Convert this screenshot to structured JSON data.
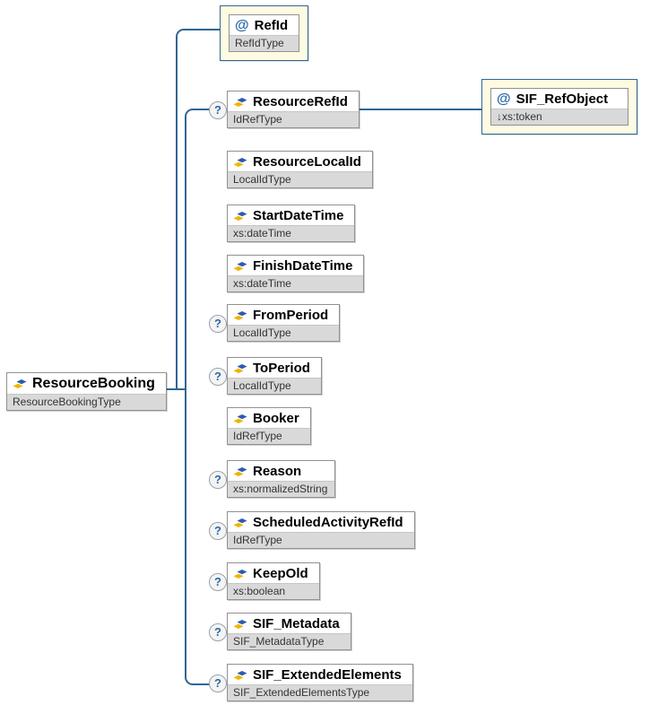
{
  "diagram": {
    "attribute_marker": "@",
    "optional_marker": "?",
    "root": {
      "name": "ResourceBooking",
      "type": "ResourceBookingType"
    },
    "attribute": {
      "name": "RefId",
      "type": "RefIdType"
    },
    "linked_attribute": {
      "name": "SIF_RefObject",
      "type": "↓xs:token"
    },
    "children": [
      {
        "name": "ResourceRefId",
        "type": "IdRefType",
        "optional": true
      },
      {
        "name": "ResourceLocalId",
        "type": "LocalIdType",
        "optional": false
      },
      {
        "name": "StartDateTime",
        "type": "xs:dateTime",
        "optional": false
      },
      {
        "name": "FinishDateTime",
        "type": "xs:dateTime",
        "optional": false
      },
      {
        "name": "FromPeriod",
        "type": "LocalIdType",
        "optional": true
      },
      {
        "name": "ToPeriod",
        "type": "LocalIdType",
        "optional": true
      },
      {
        "name": "Booker",
        "type": "IdRefType",
        "optional": false
      },
      {
        "name": "Reason",
        "type": "xs:normalizedString",
        "optional": true
      },
      {
        "name": "ScheduledActivityRefId",
        "type": "IdRefType",
        "optional": true
      },
      {
        "name": "KeepOld",
        "type": "xs:boolean",
        "optional": true
      },
      {
        "name": "SIF_Metadata",
        "type": "SIF_MetadataType",
        "optional": true
      },
      {
        "name": "SIF_ExtendedElements",
        "type": "SIF_ExtendedElementsType",
        "optional": true
      }
    ],
    "colors": {
      "connector": "#2e6695",
      "box_border": "#919191",
      "subrow_fill": "#d9d9d9",
      "attribute_fill": "#fffbe3",
      "icon_blue": "#2b5bb0",
      "icon_yellow": "#f0b400",
      "marker_blue": "#2b69a8"
    }
  }
}
